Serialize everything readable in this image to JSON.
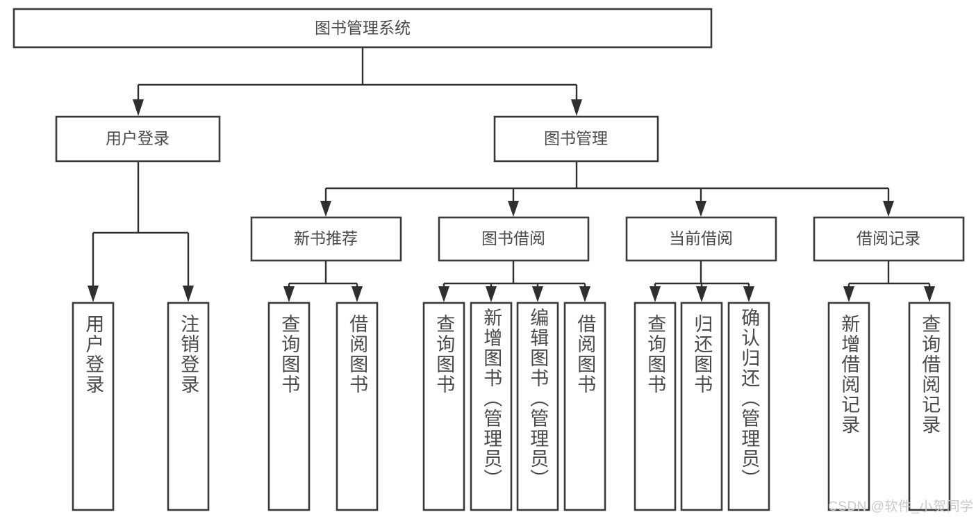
{
  "diagram": {
    "type": "tree",
    "title": "图书管理系统",
    "root": {
      "id": "root",
      "label": "图书管理系统"
    },
    "level1": [
      {
        "id": "user-login",
        "label": "用户登录"
      },
      {
        "id": "book-management",
        "label": "图书管理"
      }
    ],
    "level2": [
      {
        "id": "new-book-recommend",
        "label": "新书推荐",
        "parent": "book-management"
      },
      {
        "id": "book-borrow",
        "label": "图书借阅",
        "parent": "book-management"
      },
      {
        "id": "current-borrow",
        "label": "当前借阅",
        "parent": "book-management"
      },
      {
        "id": "borrow-record",
        "label": "借阅记录",
        "parent": "book-management"
      }
    ],
    "leaves": [
      {
        "id": "leaf-user-login",
        "label": "用户登录",
        "parent": "user-login"
      },
      {
        "id": "leaf-logout",
        "label": "注销登录",
        "parent": "user-login"
      },
      {
        "id": "leaf-query-book-1",
        "label": "查询图书",
        "parent": "new-book-recommend"
      },
      {
        "id": "leaf-borrow-book-1",
        "label": "借阅图书",
        "parent": "new-book-recommend"
      },
      {
        "id": "leaf-query-book-2",
        "label": "查询图书",
        "parent": "book-borrow"
      },
      {
        "id": "leaf-add-book",
        "label": "新增图书（管理员）",
        "parent": "book-borrow"
      },
      {
        "id": "leaf-edit-book",
        "label": "编辑图书（管理员）",
        "parent": "book-borrow"
      },
      {
        "id": "leaf-borrow-book-2",
        "label": "借阅图书",
        "parent": "book-borrow"
      },
      {
        "id": "leaf-query-book-3",
        "label": "查询图书",
        "parent": "current-borrow"
      },
      {
        "id": "leaf-return-book",
        "label": "归还图书",
        "parent": "current-borrow"
      },
      {
        "id": "leaf-confirm-return",
        "label": "确认归还（管理员）",
        "parent": "current-borrow"
      },
      {
        "id": "leaf-add-record",
        "label": "新增借阅记录",
        "parent": "borrow-record"
      },
      {
        "id": "leaf-query-record",
        "label": "查询借阅记录",
        "parent": "borrow-record"
      }
    ],
    "colors": {
      "box_stroke": "#3a3a3a",
      "connector": "#2f2f2f",
      "text": "#4a4a4a",
      "background": "#ffffff",
      "watermark": "#c9c9c9"
    }
  },
  "watermark": {
    "text": "CSDN @软件_小贺同学"
  }
}
